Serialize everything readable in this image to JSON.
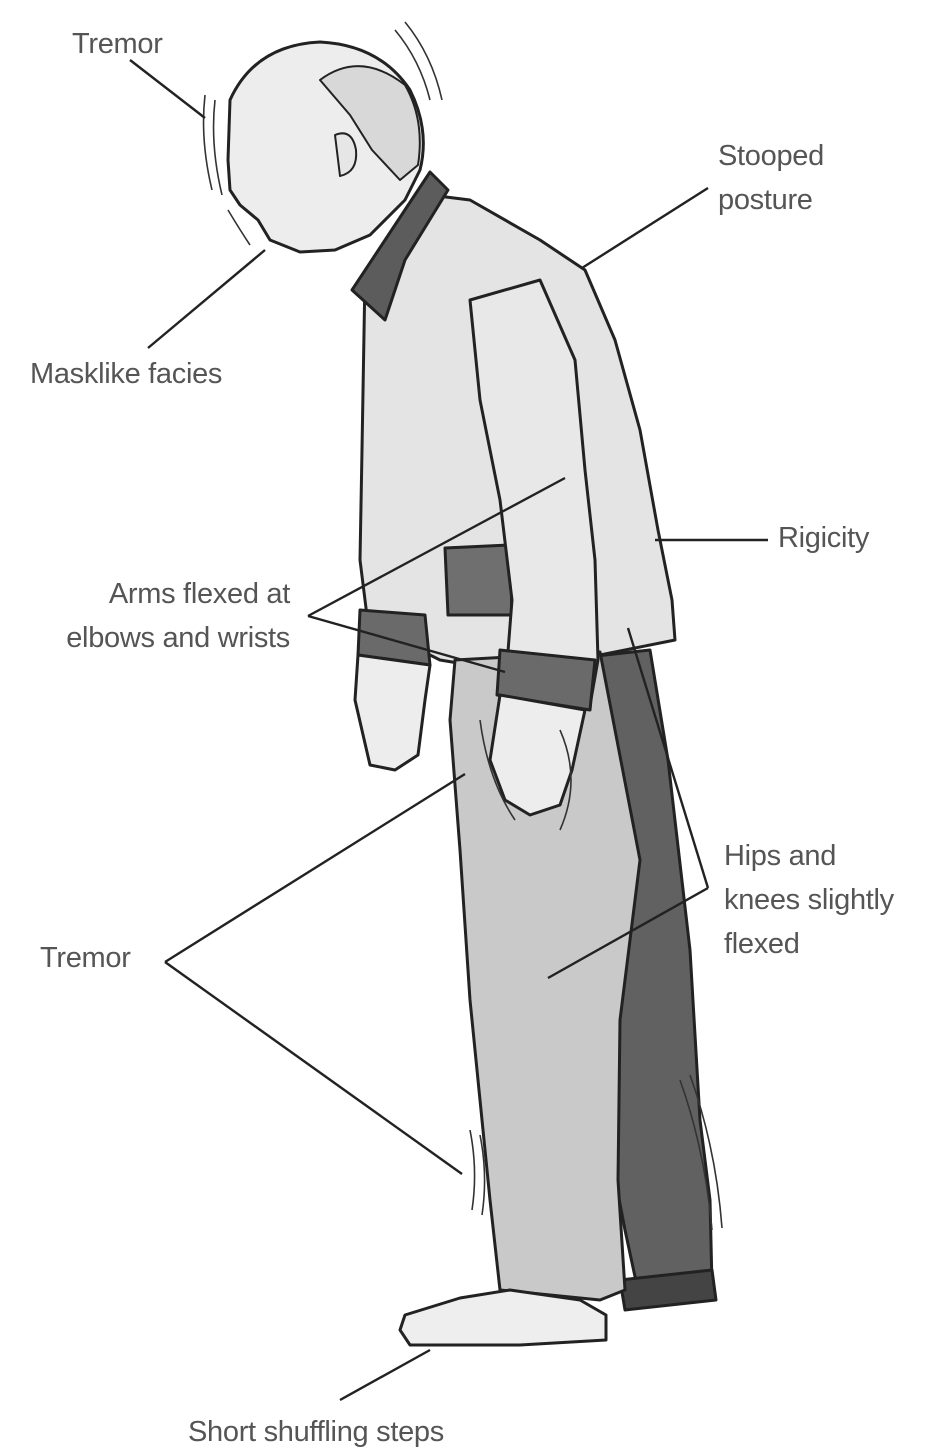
{
  "labels": {
    "tremor_head": "Tremor",
    "stooped_posture": [
      "Stooped",
      "posture"
    ],
    "masklike_facies": "Masklike facies",
    "rigidity": "Rigicity",
    "arms_flexed": [
      "Arms flexed at",
      "elbows and wrists"
    ],
    "hips_knees": [
      "Hips and",
      "knees slightly",
      "flexed"
    ],
    "tremor_limbs": "Tremor",
    "short_shuffling_steps": "Short shuffling steps"
  },
  "colors": {
    "line": "#222222",
    "label_text": "#555555",
    "skin": "#ededed",
    "shirt": "#e4e4e4",
    "collar": "#5c5c5c",
    "pants": "#c9c9c9",
    "pants_back": "#616161",
    "shoe": "#eeeeee"
  }
}
